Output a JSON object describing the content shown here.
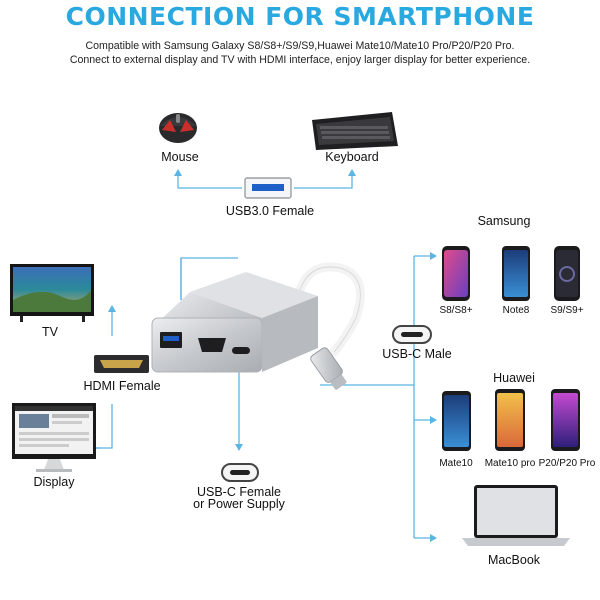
{
  "header": {
    "title": "CONNECTION FOR SMARTPHONE",
    "line1": "Compatible with Samsung Galaxy S8/S8+/S9/S9,Huawei Mate10/Mate10 Pro/P20/P20 Pro.",
    "line2": "Connect to external display and TV with HDMI interface, enjoy larger display for better experience."
  },
  "labels": {
    "mouse": "Mouse",
    "keyboard": "Keyboard",
    "usb3": "USB3.0 Female",
    "tv": "TV",
    "hdmi": "HDMI Female",
    "display": "Display",
    "usbc_female_1": "USB-C Female",
    "usbc_female_2": "or Power Supply",
    "usbc_male": "USB-C Male",
    "samsung": "Samsung",
    "huawei": "Huawei",
    "macbook": "MacBook"
  },
  "phones": {
    "samsung": [
      "S8/S8+",
      "Note8",
      "S9/S9+"
    ],
    "huawei": [
      "Mate10",
      "Mate10 pro",
      "P20/P20 Pro"
    ]
  },
  "colors": {
    "title": "#2aa8e0",
    "line": "#5bb5e3",
    "adapter": "#c9ccd0"
  }
}
